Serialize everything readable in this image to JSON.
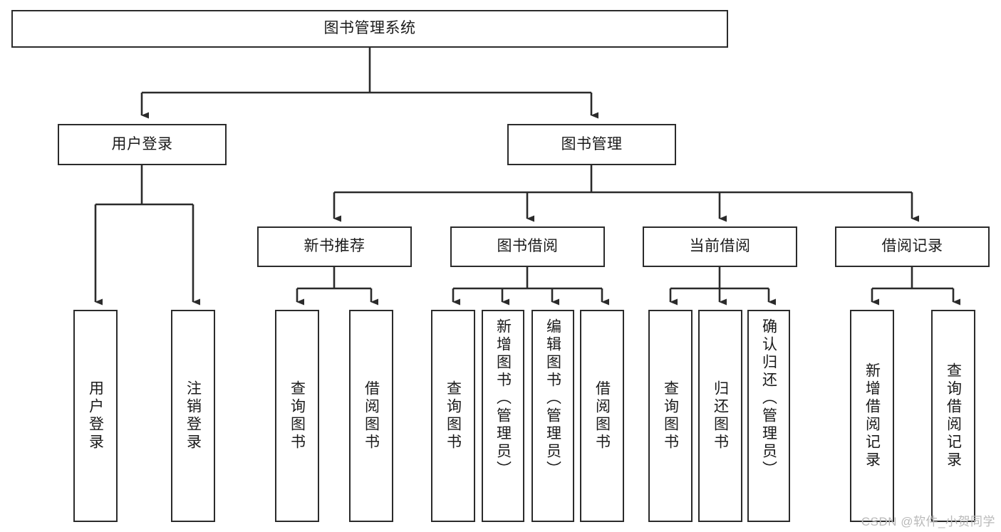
{
  "diagram": {
    "type": "tree",
    "title": "图书管理系统",
    "orientation": "top-down",
    "colors": {
      "box_border": "#2b2b2b",
      "box_fill": "#ffffff",
      "connector": "#2b2b2b",
      "text": "#1a1a1a",
      "watermark": "#b9b9b9",
      "background": "#ffffff"
    },
    "root": {
      "id": "root",
      "label": "图书管理系统",
      "text_direction": "horizontal"
    },
    "level2": [
      {
        "id": "user-login",
        "label": "用户登录",
        "text_direction": "horizontal"
      },
      {
        "id": "book-manage",
        "label": "图书管理",
        "text_direction": "horizontal"
      }
    ],
    "level3": [
      {
        "id": "new-book-recommend",
        "label": "新书推荐",
        "text_direction": "horizontal",
        "parent": "book-manage"
      },
      {
        "id": "book-borrow",
        "label": "图书借阅",
        "text_direction": "horizontal",
        "parent": "book-manage"
      },
      {
        "id": "current-borrow",
        "label": "当前借阅",
        "text_direction": "horizontal",
        "parent": "book-manage"
      },
      {
        "id": "borrow-record",
        "label": "借阅记录",
        "text_direction": "horizontal",
        "parent": "book-manage"
      }
    ],
    "leaves": [
      {
        "id": "leaf-user-login",
        "label": "用户登录",
        "parent": "user-login",
        "text_direction": "vertical"
      },
      {
        "id": "leaf-user-logout",
        "label": "注销登录",
        "parent": "user-login",
        "text_direction": "vertical"
      },
      {
        "id": "leaf-query-book-1",
        "label": "查询图书",
        "parent": "new-book-recommend",
        "text_direction": "vertical"
      },
      {
        "id": "leaf-borrow-book-1",
        "label": "借阅图书",
        "parent": "new-book-recommend",
        "text_direction": "vertical"
      },
      {
        "id": "leaf-query-book-2",
        "label": "查询图书",
        "parent": "book-borrow",
        "text_direction": "vertical"
      },
      {
        "id": "leaf-add-book",
        "label": "新增图书（管理员）",
        "parent": "book-borrow",
        "text_direction": "vertical"
      },
      {
        "id": "leaf-edit-book",
        "label": "编辑图书（管理员）",
        "parent": "book-borrow",
        "text_direction": "vertical"
      },
      {
        "id": "leaf-borrow-book-2",
        "label": "借阅图书",
        "parent": "book-borrow",
        "text_direction": "vertical"
      },
      {
        "id": "leaf-query-book-3",
        "label": "查询图书",
        "parent": "current-borrow",
        "text_direction": "vertical"
      },
      {
        "id": "leaf-return-book",
        "label": "归还图书",
        "parent": "current-borrow",
        "text_direction": "vertical"
      },
      {
        "id": "leaf-confirm-return",
        "label": "确认归还（管理员）",
        "parent": "current-borrow",
        "text_direction": "vertical"
      },
      {
        "id": "leaf-add-record",
        "label": "新增借阅记录",
        "parent": "borrow-record",
        "text_direction": "vertical"
      },
      {
        "id": "leaf-query-record",
        "label": "查询借阅记录",
        "parent": "borrow-record",
        "text_direction": "vertical"
      }
    ]
  },
  "watermark": {
    "text": "CSDN @软件_小贺同学"
  }
}
